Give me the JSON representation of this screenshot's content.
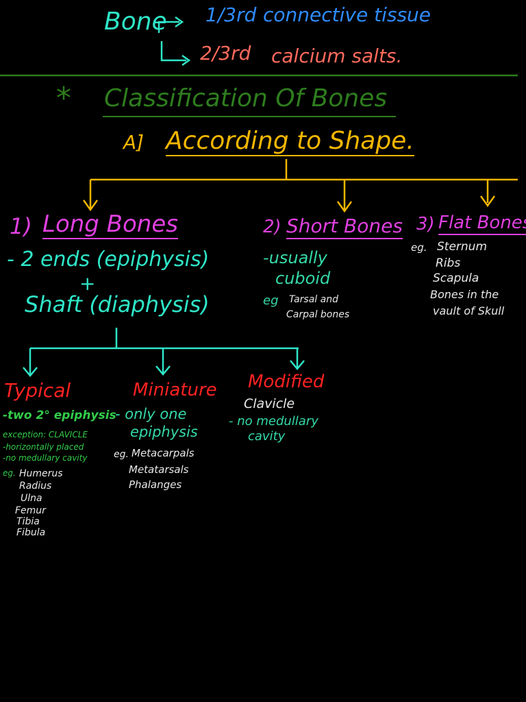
{
  "bone_composition": {
    "label": "Bone",
    "part1_fraction": "1/3rd",
    "part1_text": "connective tissue",
    "part2_fraction": "2/3rd",
    "part2_text": "calcium salts."
  },
  "heading": {
    "star": "*",
    "title": "Classification Of Bones"
  },
  "section_a": {
    "prefix": "A]",
    "title": "According to Shape."
  },
  "long_bones": {
    "number": "1)",
    "title": "Long Bones",
    "line1": "- 2 ends (epiphysis)",
    "plus": "+",
    "line2": "Shaft (diaphysis)"
  },
  "short_bones": {
    "number": "2)",
    "title": "Short Bones",
    "line1": "-usually",
    "line2": "cuboid",
    "eg_prefix": "eg",
    "eg_line1": "Tarsal and",
    "eg_line2": "Carpal bones"
  },
  "flat_bones": {
    "number": "3)",
    "title": "Flat Bones",
    "eg_prefix": "eg.",
    "items": [
      "Sternum",
      "Ribs",
      "Scapula",
      "Bones in the",
      "vault of Skull"
    ]
  },
  "typical": {
    "title": "Typical",
    "line1": "-two 2° epiphysis",
    "exception": "exception: CLAVICLE",
    "exc_line1": "-horizontally placed",
    "exc_line2": "-no medullary cavity",
    "eg_prefix": "eg.",
    "items": [
      "Humerus",
      "Radius",
      "Ulna",
      "Femur",
      "Tibia",
      "Fibula"
    ]
  },
  "miniature": {
    "title": "Miniature",
    "line1": "- only one",
    "line2": "epiphysis",
    "eg_prefix": "eg.",
    "items": [
      "Metacarpals",
      "Metatarsals",
      "Phalanges"
    ]
  },
  "modified": {
    "title": "Modified",
    "line1": "Clavicle",
    "line2": "- no medullary",
    "line3": "cavity"
  },
  "colors": {
    "background": "#000000",
    "cyan": "#2ee6c8",
    "blue": "#2f8cff",
    "salmon": "#ff6a5c",
    "green": "#2e7d1e",
    "yellow": "#f5b700",
    "magenta": "#e040e0",
    "red": "#ff2222"
  }
}
